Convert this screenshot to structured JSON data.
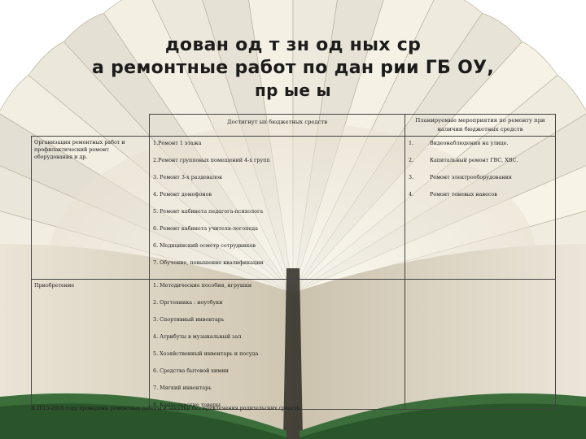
{
  "title": {
    "line1": "дован  од    т     зн    од   ных ср",
    "line2": "а ремонтные работ  по    дан         рии ГБ  ОУ,",
    "line3": "пр           ые    ы"
  },
  "table": {
    "header_left": "Достигнут                                 ых  бюджетных средств",
    "header_right": "Планируемые мероприятия по ремонту при наличии бюджетных средств",
    "sections": [
      {
        "category": "Организация ремонтных работ и профилактический ремонт оборудования и др.",
        "items": [
          "1.Ремонт 1 этажа",
          "2.Ремонт групповых помещений 4-х групп",
          "3. Ремонт 3-х раздевалок",
          "4. Ремонт домофонов",
          "5. Ремонт кабинета педагога-психолога",
          "6. Ремонт кабинета учителя-логопеда",
          "6. Медицинский осмотр сотрудников",
          "7. Обучение, повышение квалификации"
        ],
        "planned": [
          {
            "num": "1.",
            "text": "Видеонаблюдения на улице."
          },
          {
            "num": "2.",
            "text": "Капитальный ремонт ГВС, ХВС."
          },
          {
            "num": "3.",
            "text": "Ремонт электрооборудования"
          },
          {
            "num": "4.",
            "text": "Ремонт теневых навесов"
          }
        ]
      },
      {
        "category": "Приобретение",
        "items": [
          "1. Методические пособия, игрушки",
          "2. Оргтехника : ноутбуки",
          "3. Спортивный инвентарь",
          "4. Атрибуты в музыкальный зал",
          "5. Хозяйственный инвентарь и посуда",
          "6. Средства бытовой химии",
          "7. Мягкий инвентарь",
          "8. Канцелярские товары"
        ],
        "planned": []
      }
    ],
    "footnote": "В 2015-2016 году проведены ремонтные работы и закупки без привлечения родительских средств."
  },
  "colors": {
    "background": "#ffffff",
    "page_light": "#f1ede2",
    "page_shadow": "#c9bfa8",
    "cover_green": "#3b6e3b",
    "cover_dark": "#244a24",
    "gutter_dark": "#2d2a25"
  }
}
